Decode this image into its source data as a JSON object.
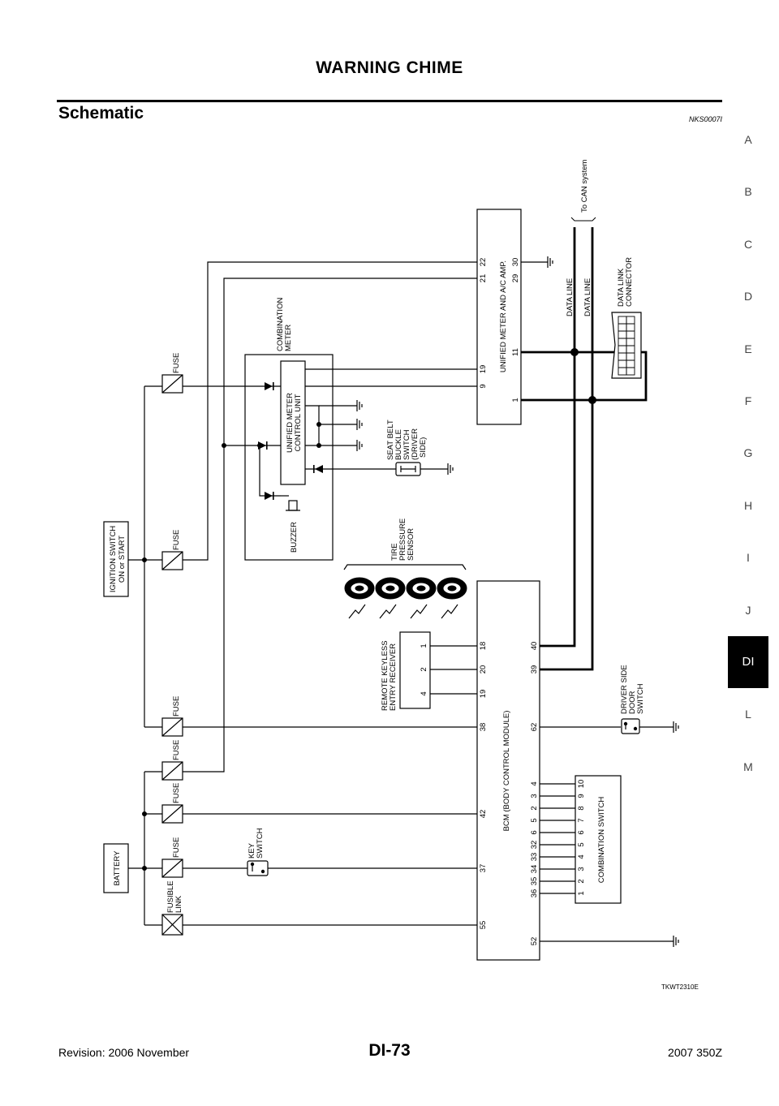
{
  "header": {
    "title": "WARNING CHIME"
  },
  "section": {
    "title": "Schematic",
    "code": "NKS0007I"
  },
  "index_tabs": [
    {
      "label": "A",
      "active": false
    },
    {
      "label": "B",
      "active": false
    },
    {
      "label": "C",
      "active": false
    },
    {
      "label": "D",
      "active": false
    },
    {
      "label": "E",
      "active": false
    },
    {
      "label": "F",
      "active": false
    },
    {
      "label": "G",
      "active": false
    },
    {
      "label": "H",
      "active": false
    },
    {
      "label": "I",
      "active": false
    },
    {
      "label": "J",
      "active": false
    },
    {
      "label": "DI",
      "active": true
    },
    {
      "label": "L",
      "active": false
    },
    {
      "label": "M",
      "active": false
    }
  ],
  "diagram": {
    "battery": "BATTERY",
    "ignition": [
      "IGNITION SWITCH",
      "ON or START"
    ],
    "fuse": "FUSE",
    "fusible_link": [
      "FUSIBLE",
      "LINK"
    ],
    "key_switch": [
      "KEY",
      "SWITCH"
    ],
    "combination_meter": [
      "COMBINATION",
      "METER"
    ],
    "meter_control_unit": [
      "UNIFIED METER",
      "CONTROL UNIT"
    ],
    "buzzer": "BUZZER",
    "seat_belt": [
      "SEAT BELT",
      "BUCKLE",
      "SWITCH",
      "(DRIVER",
      "SIDE)"
    ],
    "tire_sensor": [
      "TIRE",
      "PRESSURE",
      "SENSOR"
    ],
    "keyless": [
      "REMOTE KEYLESS",
      "ENTRY RECEIVER"
    ],
    "keyless_pins": [
      "4",
      "2",
      "1"
    ],
    "bcm": "BCM (BODY CONTROL MODULE)",
    "bcm_pins_left": [
      "18",
      "20",
      "19",
      "38",
      "42",
      "37",
      "55"
    ],
    "bcm_pins_right": [
      "40",
      "39",
      "62",
      "4",
      "3",
      "2",
      "5",
      "6",
      "32",
      "33",
      "34",
      "35",
      "36",
      "52"
    ],
    "amp": "UNIFIED METER AND A/C AMP.",
    "amp_pins_left": [
      "22",
      "21",
      "19",
      "9"
    ],
    "amp_pins_right": [
      "30",
      "29",
      "11",
      "1"
    ],
    "data_line": "DATA LINE",
    "can": "To CAN system",
    "dlc": [
      "DATA LINK",
      "CONNECTOR"
    ],
    "door_switch": [
      "DRIVER SIDE",
      "DOOR",
      "SWITCH"
    ],
    "comb_switch": "COMBINATION SWITCH",
    "comb_switch_pins": [
      "10",
      "9",
      "8",
      "7",
      "6",
      "5",
      "4",
      "3",
      "2",
      "1"
    ],
    "figure_code": "TKWT2310E"
  },
  "footer": {
    "revision": "Revision: 2006 November",
    "page": "DI-73",
    "model": "2007 350Z"
  }
}
